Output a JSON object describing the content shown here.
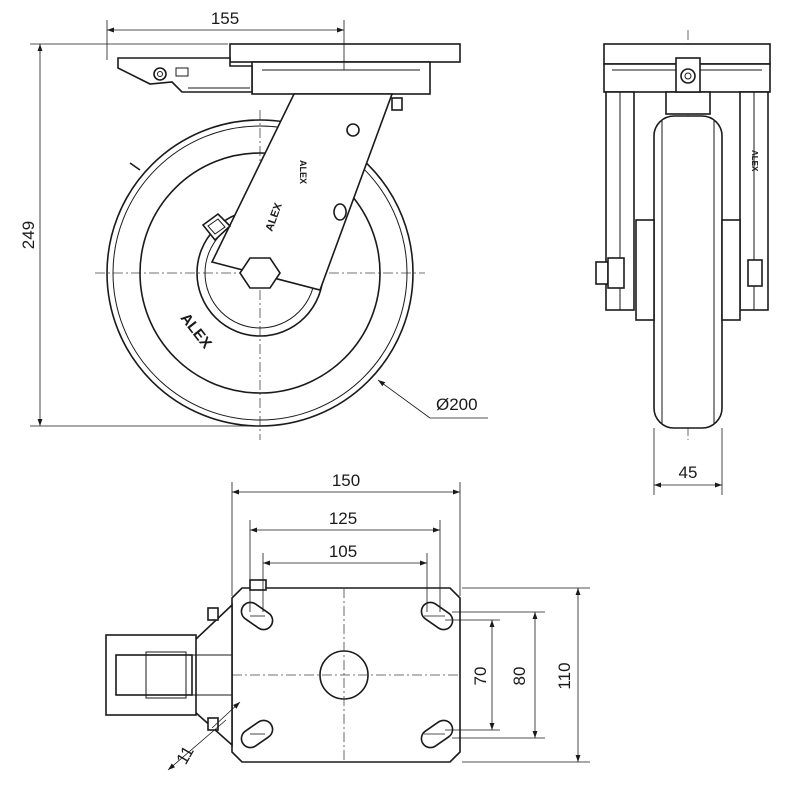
{
  "drawing": {
    "title": "",
    "dimensions": {
      "side_width": "155",
      "overall_height": "249",
      "wheel_diameter": "Ø200",
      "wheel_width": "45",
      "plate_width": "150",
      "bolt_spacing_long_outer": "125",
      "bolt_spacing_long_inner": "105",
      "bolt_spacing_short_inner": "70",
      "bolt_spacing_short_outer": "80",
      "plate_length": "110",
      "slot_width": "11"
    },
    "markings": {
      "wheel_brand": "ALEX"
    },
    "views": [
      "side-view",
      "front-view",
      "top-view"
    ]
  }
}
